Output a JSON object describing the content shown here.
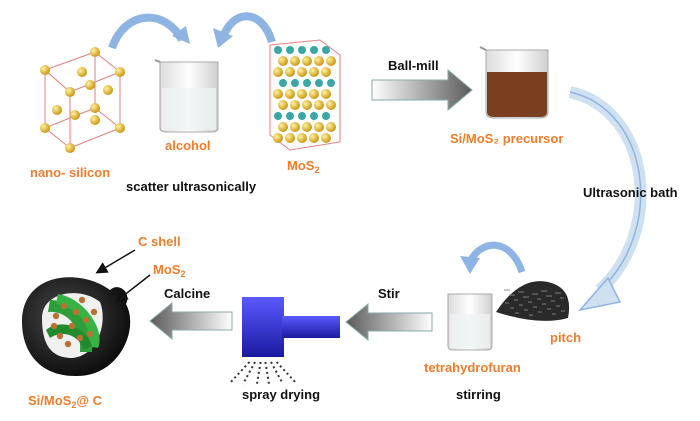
{
  "labels": {
    "nano_silicon": "nano- silicon",
    "alcohol": "alcohol",
    "mos2_main": "MoS",
    "mos2_sub": "2",
    "scatter": "scatter ultrasonically",
    "ball_mill": "Ball-mill",
    "precursor": "Si/MoS₂ precursor",
    "ultrasonic": "Ultrasonic bath",
    "pitch": "pitch",
    "tetrahydrofuran": "tetrahydrofuran",
    "stirring": "stirring",
    "stir": "Stir",
    "spray": "spray drying",
    "calcine": "Calcine",
    "cshell": "C shell",
    "mos2_shell_main": "MoS",
    "mos2_shell_sub": "2",
    "final_main": "Si/MoS",
    "final_sub": "2",
    "final_tail": "@ C"
  },
  "colors": {
    "label_orange": "#ee7d2e",
    "arrow_blue": "#8db4e2",
    "sprayer_blue": "#2b2bd6",
    "silicon_gold": "#e3b21a",
    "shell_black": "#151515",
    "mos2_green": "#2e9e3a"
  }
}
